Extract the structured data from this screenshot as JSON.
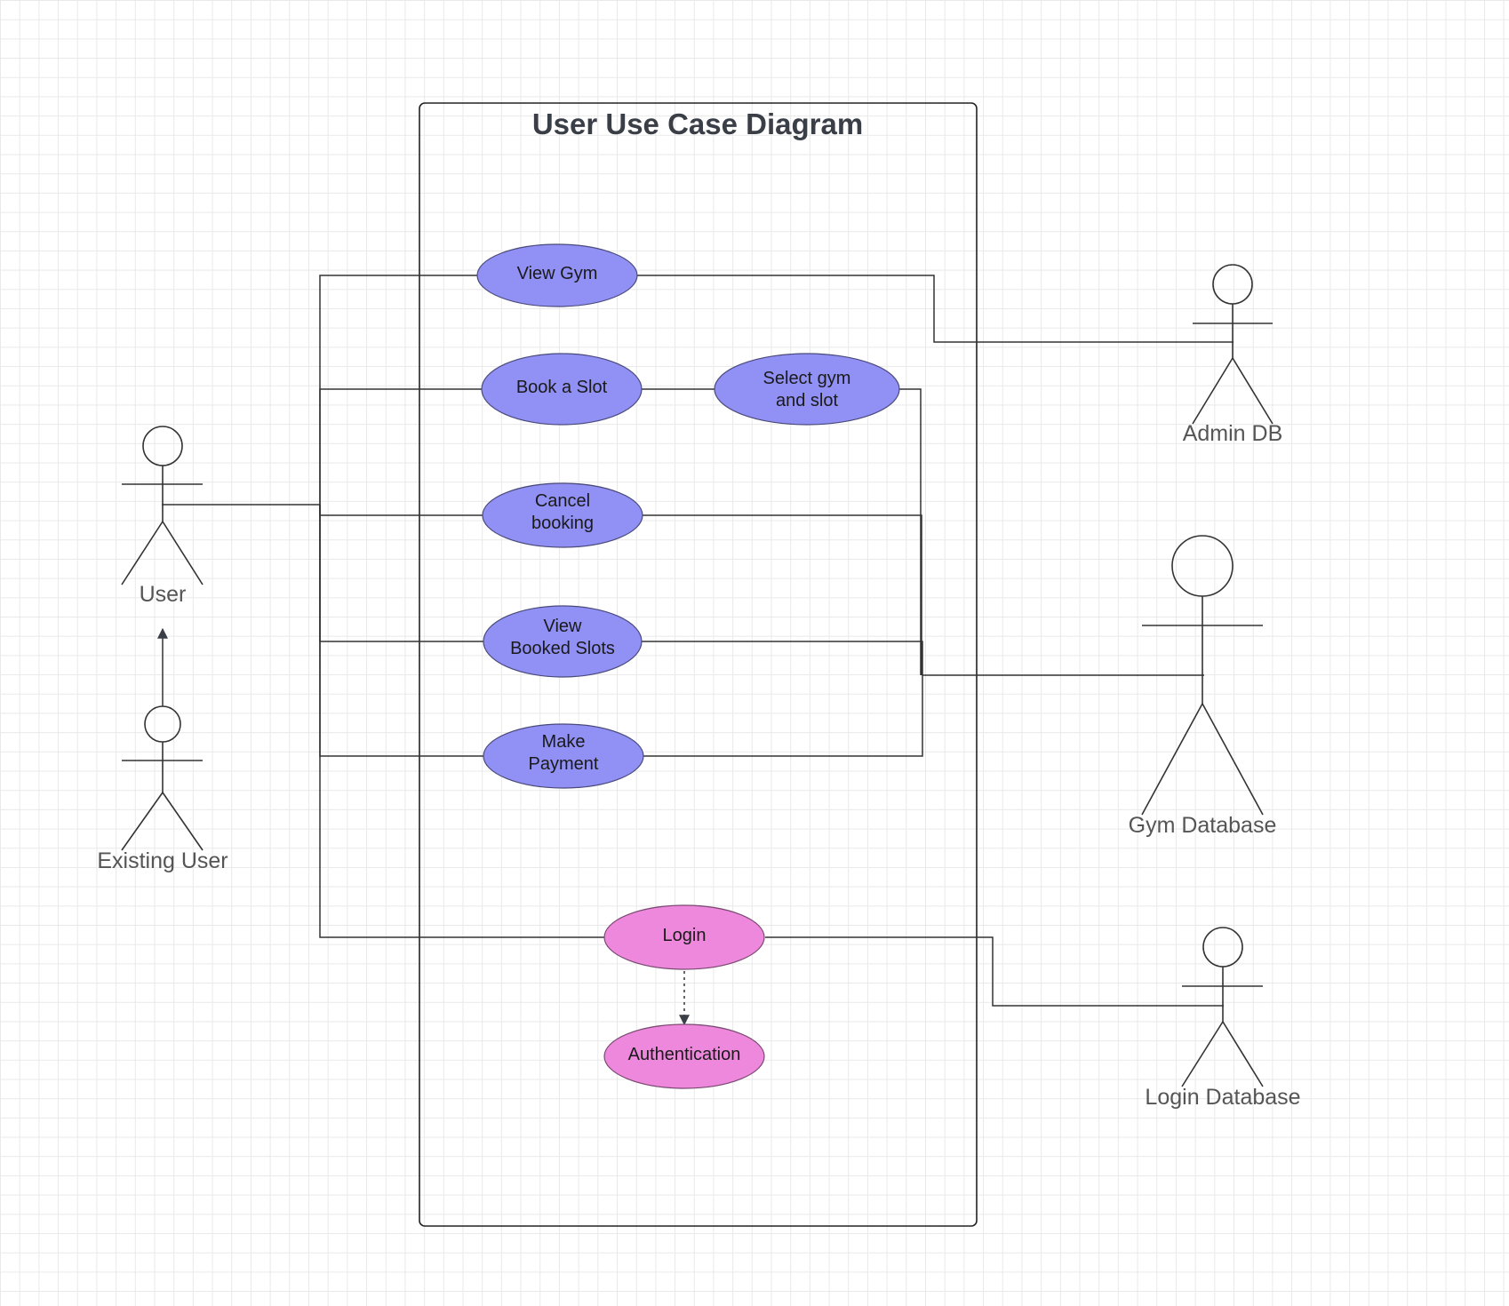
{
  "diagram": {
    "title": "User Use Case Diagram",
    "use_cases": {
      "view_gym": [
        "View Gym"
      ],
      "book_slot": [
        "Book a Slot"
      ],
      "select_gym_slot": [
        "Select gym",
        "and slot"
      ],
      "cancel_booking": [
        "Cancel",
        "booking"
      ],
      "view_booked": [
        "View",
        "Booked Slots"
      ],
      "make_payment": [
        "Make",
        "Payment"
      ],
      "login": [
        "Login"
      ],
      "authentication": [
        "Authentication"
      ]
    },
    "actors": {
      "user": "User",
      "existing_user": "Existing User",
      "admin_db": "Admin DB",
      "gym_db": "Gym Database",
      "login_db": "Login Database"
    },
    "colors": {
      "use_case_blue": "#9090f5",
      "use_case_pink": "#ee88dc",
      "line": "#333333",
      "actor_label": "#555555",
      "title": "#3a3f47"
    }
  }
}
